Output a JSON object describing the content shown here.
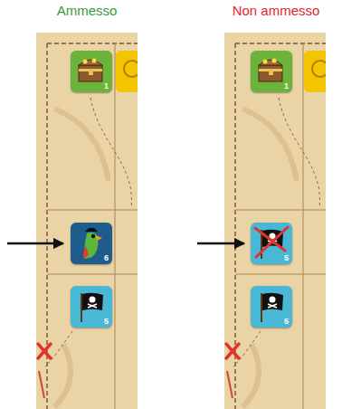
{
  "diagram": {
    "nodes": [
      {
        "text": [
          "Ammesso"
        ]
      },
      {
        "text": [
          "1"
        ],
        "in": 0
      },
      {
        "text": [
          "6"
        ],
        "in": 0
      },
      {
        "text": [
          "5"
        ],
        "in": 0
      },
      {
        "text": [
          "Non ammesso"
        ]
      },
      {
        "text": [
          "1"
        ],
        "in": 4
      },
      {
        "text": [
          "5"
        ],
        "in": 4
      },
      {
        "text": [
          "5"
        ],
        "in": 4
      }
    ]
  }
}
